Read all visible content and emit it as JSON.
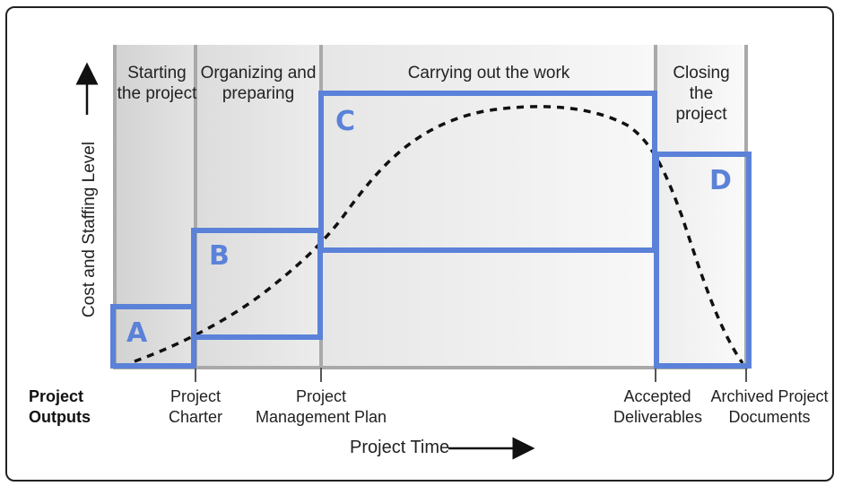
{
  "phases": [
    {
      "id": "start",
      "label": "Starting the project"
    },
    {
      "id": "organize",
      "label": "Organizing and preparing"
    },
    {
      "id": "work",
      "label": "Carrying out the work"
    },
    {
      "id": "close",
      "label": "Closing the project"
    }
  ],
  "boxes": [
    "A",
    "B",
    "C",
    "D"
  ],
  "outputs_title": "Project Outputs",
  "outputs": [
    {
      "id": "charter",
      "label": "Project Charter"
    },
    {
      "id": "plan",
      "label": "Project Management Plan"
    },
    {
      "id": "deliverables",
      "label": "Accepted Deliverables"
    },
    {
      "id": "archived",
      "label": "Archived Project Documents"
    }
  ],
  "axis": {
    "y_label": "Cost and Staffing Level",
    "x_label": "Project Time"
  },
  "colors": {
    "box_stroke": "#5b82d8",
    "phase_line": "#a9a9a9",
    "curve": "#111111"
  }
}
